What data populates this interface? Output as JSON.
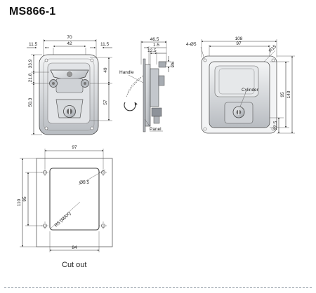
{
  "model": "MS866-1",
  "caption": "Cut out",
  "front_view": {
    "dims": [
      "70",
      "42",
      "11.5",
      "11.5",
      "33.9",
      "21.8",
      "50.3",
      "49",
      "57"
    ]
  },
  "side_view": {
    "dims": [
      "46.5",
      "1.5",
      "12.5",
      "Ø6"
    ],
    "labels": {
      "handle": "Handle",
      "panel": "Panel"
    }
  },
  "back_view": {
    "dims": [
      "108",
      "97",
      "4-Ø5",
      "R15",
      "95",
      "140",
      "22.5"
    ],
    "labels": {
      "cylinder": "Cylinder"
    }
  },
  "cutout_view": {
    "dims": [
      "97",
      "110",
      "95",
      "Ø5.5",
      "R5 (MAX)",
      "84"
    ]
  },
  "colors": {
    "ink": "#333333",
    "metal": "#c9ccd0",
    "metal_dark": "#8d9299",
    "divider": "#9aa3ad"
  }
}
